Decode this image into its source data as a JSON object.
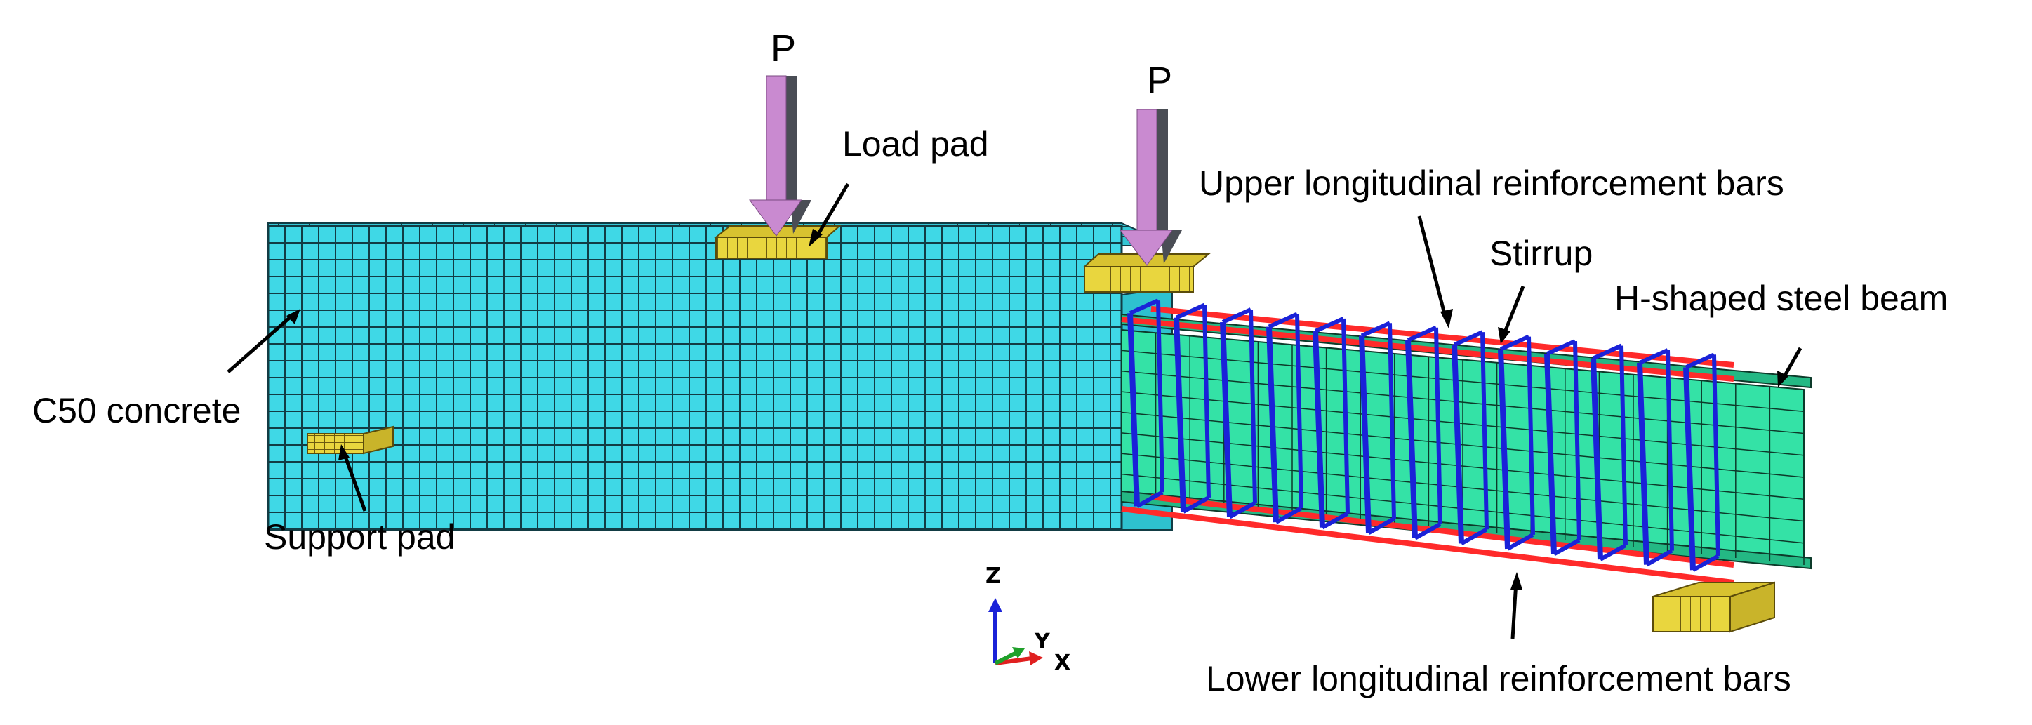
{
  "labels": {
    "load_left": "P",
    "load_right": "P",
    "load_pad": "Load pad",
    "upper_bars": "Upper longitudinal reinforcement bars",
    "stirrup": "Stirrup",
    "steel_beam": "H-shaped steel beam",
    "concrete": "C50 concrete",
    "support_pad": "Support pad",
    "lower_bars": "Lower longitudinal reinforcement bars"
  },
  "triad": {
    "z": "Z",
    "y": "Y",
    "x": "X"
  },
  "colors": {
    "concrete": "#3fd8e6",
    "steel": "#34e2a6",
    "pad": "#e6d23c",
    "rebar_long": "#ff2a2a",
    "stirrup": "#1a22d8",
    "load_arrow": "#c98ad0",
    "arrow_shadow": "#4a4d55",
    "mesh_line": "#123c44"
  }
}
